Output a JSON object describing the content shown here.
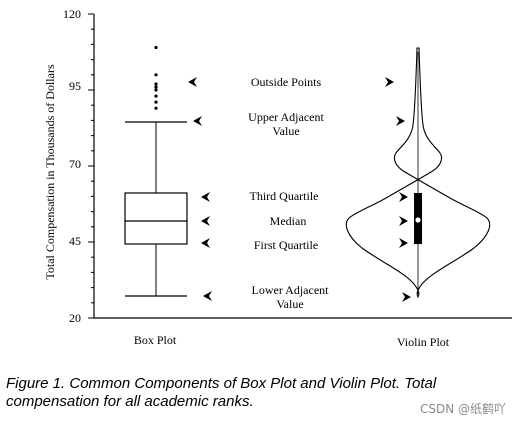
{
  "axis": {
    "ylabel": "Total Compensation in Thousands of Dollars",
    "ticks": [
      "120",
      "95",
      "70",
      "45",
      "20"
    ],
    "tick_values": [
      120,
      95,
      70,
      45,
      20
    ],
    "range": [
      20,
      120
    ]
  },
  "plots": {
    "box": {
      "label": "Box Plot"
    },
    "violin": {
      "label": "Violin Plot"
    }
  },
  "annotations": {
    "outside_points": "Outside Points",
    "upper_adjacent_line1": "Upper Adjacent",
    "upper_adjacent_line2": "Value",
    "third_quartile": "Third Quartile",
    "median": "Median",
    "first_quartile": "First Quartile",
    "lower_adjacent_line1": "Lower Adjacent",
    "lower_adjacent_line2": "Value"
  },
  "stats": {
    "outside_points": [
      89,
      91,
      93,
      95,
      96,
      97,
      100,
      109
    ],
    "upper_adjacent": 84,
    "third_quartile": 60,
    "median": 51.5,
    "first_quartile": 45,
    "lower_adjacent": 27
  },
  "caption": "Figure 1.  Common Components of Box Plot and Violin Plot. Total compensation for all academic ranks.",
  "watermark": "CSDN @纸鹤吖",
  "colors": {
    "ink": "#000000",
    "background": "#ffffff"
  }
}
